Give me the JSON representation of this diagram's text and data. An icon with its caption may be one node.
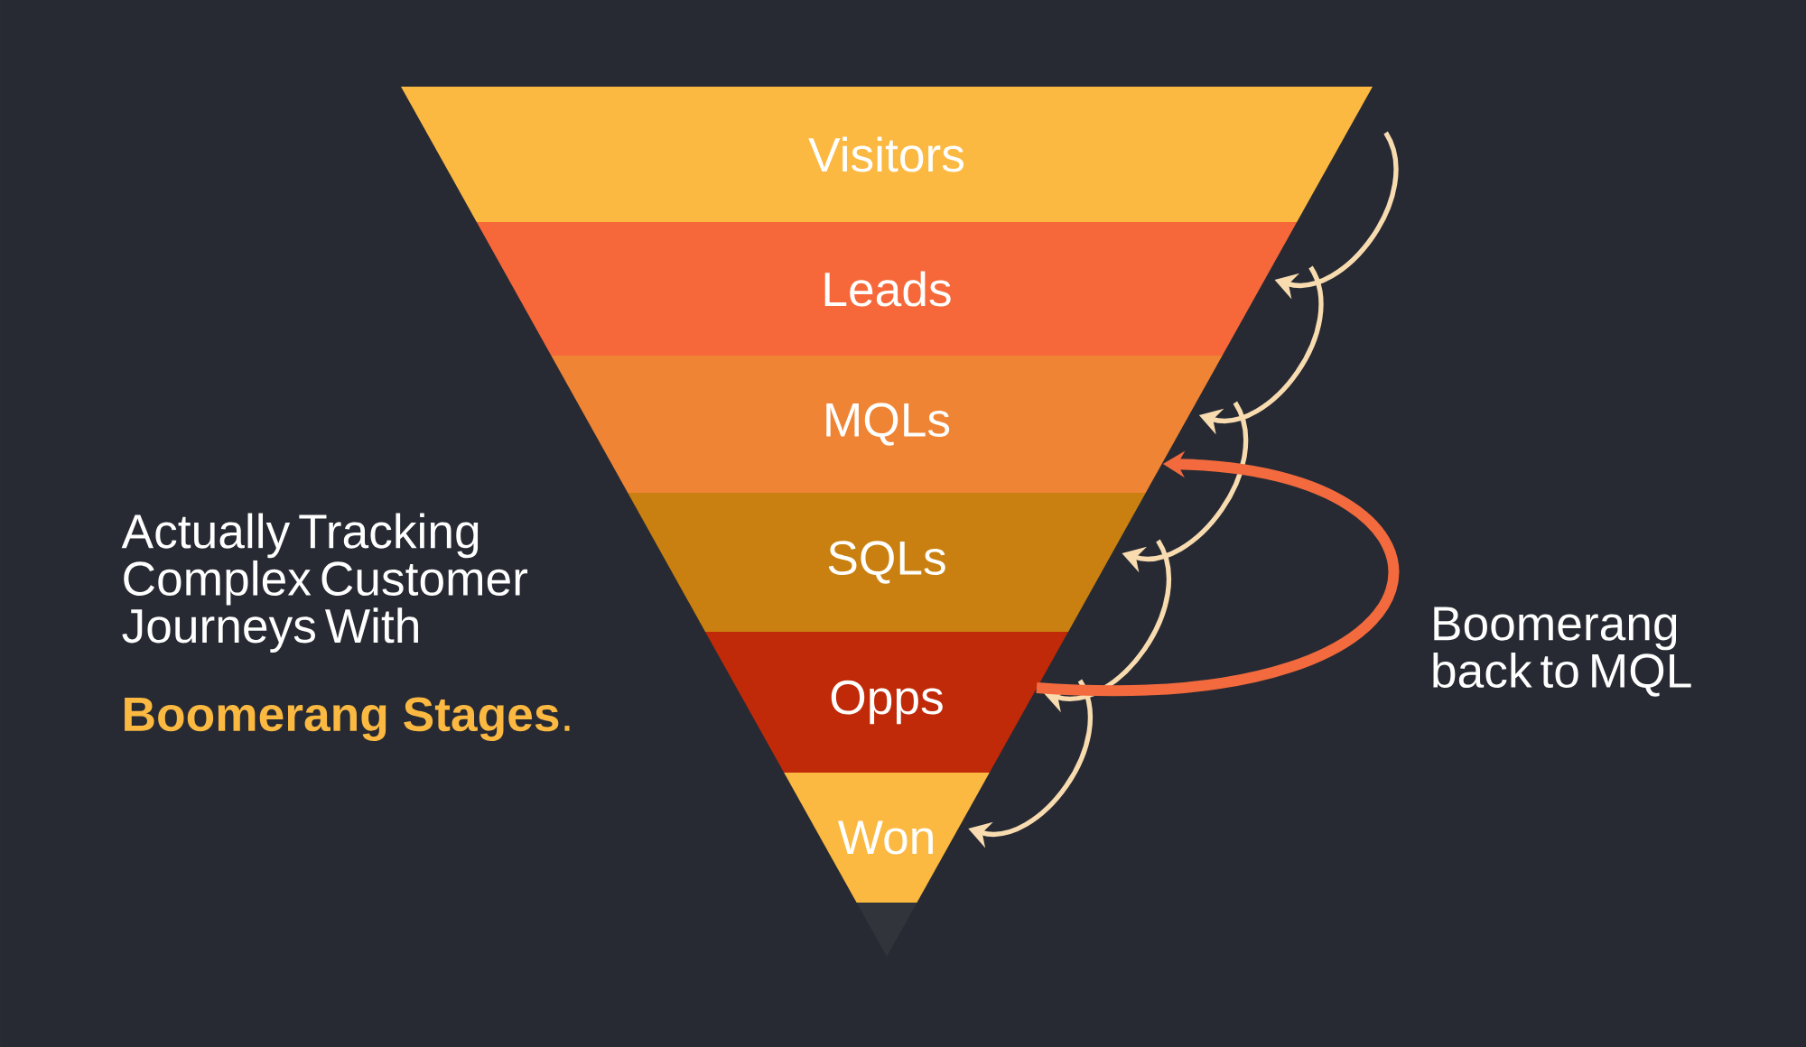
{
  "diagram": {
    "nodes": [
      {
        "text": [
          "Visitors"
        ]
      },
      {
        "text": [
          "Leads"
        ]
      },
      {
        "text": [
          "MQLs"
        ]
      },
      {
        "text": [
          "SQLs"
        ]
      },
      {
        "text": [
          "Opps"
        ]
      },
      {
        "text": [
          "Won"
        ]
      }
    ],
    "edges": [
      {
        "from": 0,
        "to": 1,
        "arrow": "to"
      },
      {
        "from": 1,
        "to": 2,
        "arrow": "to"
      },
      {
        "from": 2,
        "to": 3,
        "arrow": "to"
      },
      {
        "from": 3,
        "to": 4,
        "arrow": "to"
      },
      {
        "from": 4,
        "to": 5,
        "arrow": "to"
      },
      {
        "from": 4,
        "to": 2,
        "arrow": "to",
        "style": "thick",
        "color": "#f26a3d",
        "label": "Boomerang back to MQL"
      }
    ],
    "labels": [
      "Actually Tracking Complex Customer Journeys With",
      "**Boomerang Stages**."
    ]
  }
}
